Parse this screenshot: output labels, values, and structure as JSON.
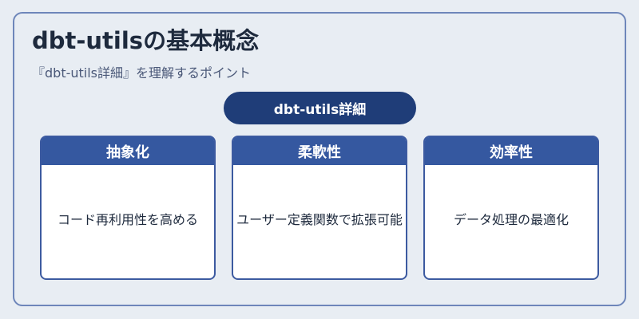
{
  "title": "dbt-utilsの基本概念",
  "subtitle": "『dbt-utils詳細』を理解するポイント",
  "center": {
    "label": "dbt-utils詳細"
  },
  "cards": [
    {
      "header": "抽象化",
      "body": "コード再利用性を高める"
    },
    {
      "header": "柔軟性",
      "body": "ユーザー定義関数で拡張可能"
    },
    {
      "header": "効率性",
      "body": "データ処理の最適化"
    }
  ],
  "colors": {
    "background": "#e8edf3",
    "frame_border": "#6e86ba",
    "pill": "#1f3d78",
    "card_header": "#3558a0",
    "card_border": "#3c5aa0",
    "title_text": "#1e2a3d"
  }
}
